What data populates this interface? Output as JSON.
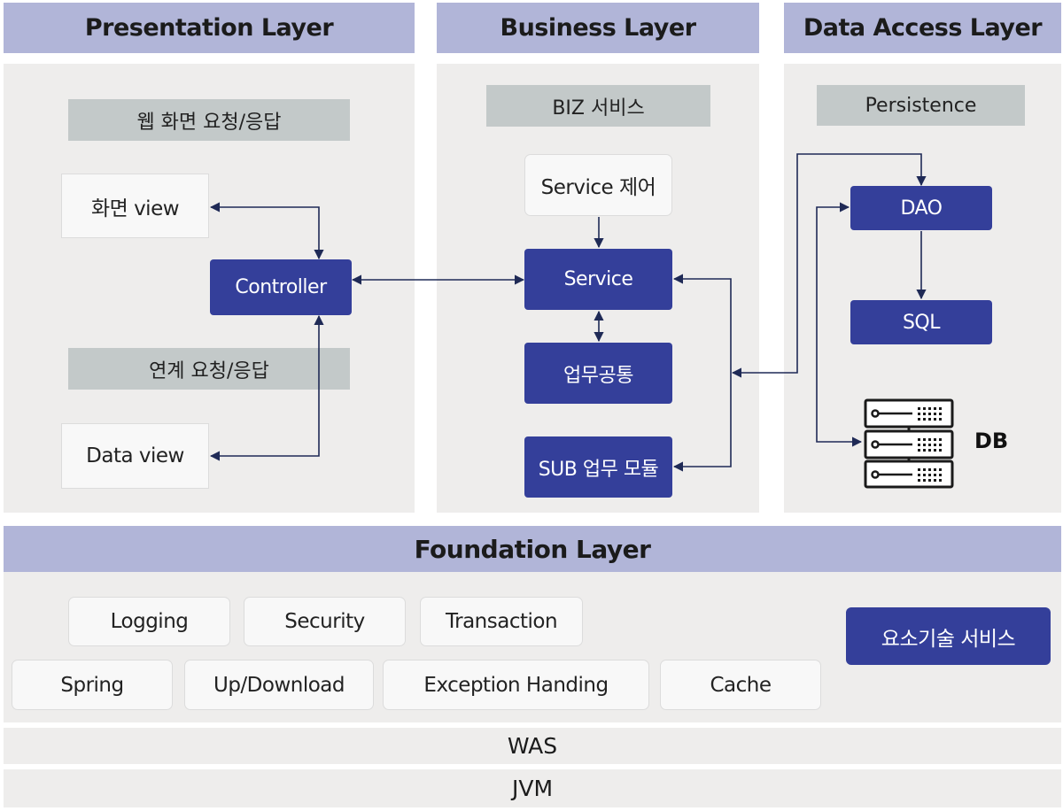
{
  "layers": {
    "presentation": "Presentation Layer",
    "business": "Business Layer",
    "data_access": "Data Access Layer",
    "foundation": "Foundation Layer"
  },
  "presentation": {
    "web_request": "웹 화면 요청/응답",
    "screen_view": "화면 view",
    "controller": "Controller",
    "link_request": "연계 요청/응답",
    "data_view": "Data view"
  },
  "business": {
    "biz_service": "BIZ 서비스",
    "service_control": "Service 제어",
    "service": "Service",
    "common": "업무공통",
    "sub_module": "SUB 업무 모듈"
  },
  "data_access": {
    "persistence": "Persistence",
    "dao": "DAO",
    "sql": "SQL",
    "db": "DB"
  },
  "foundation": {
    "items_row1": [
      "Logging",
      "Security",
      "Transaction"
    ],
    "items_row2": [
      "Spring",
      "Up/Download",
      "Exception Handing",
      "Cache"
    ],
    "element_service": "요소기술 서비스"
  },
  "bottom": {
    "was": "WAS",
    "jvm": "JVM"
  },
  "colors": {
    "header": "#b1b5d8",
    "panel": "#eeedec",
    "label": "#c3c9c9",
    "blue_box": "#343f9a",
    "arrow": "#1f2a56"
  },
  "icons": {
    "db": "server-stack-icon"
  }
}
